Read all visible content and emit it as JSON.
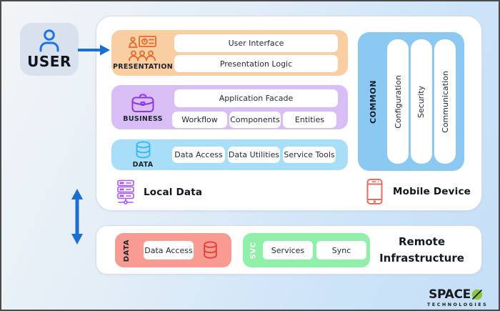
{
  "user_box": {
    "label": "USER"
  },
  "architecture": {
    "presentation": {
      "label": "PRESENTATION",
      "items": [
        "User Interface",
        "Presentation Logic"
      ]
    },
    "business": {
      "label": "BUSINESS",
      "facade": "Application Facade",
      "items": [
        "Workflow",
        "Components",
        "Entities"
      ]
    },
    "data": {
      "label": "DATA",
      "items": [
        "Data Access",
        "Data Utilities",
        "Service Tools"
      ]
    },
    "common": {
      "label": "COMMON",
      "items": [
        "Configuration",
        "Security",
        "Communication"
      ]
    },
    "local_data_label": "Local Data",
    "mobile_device_label": "Mobile Device"
  },
  "remote": {
    "data_group": {
      "label": "DATA",
      "items": [
        "Data Access"
      ]
    },
    "svc_group": {
      "label": "SVC",
      "items": [
        "Services",
        "Sync"
      ]
    },
    "title": [
      "Remote",
      "Infrastructure"
    ]
  },
  "logo": {
    "brand": "SPACE",
    "sub": "TECHNOLOGIES"
  },
  "colors": {
    "presentation_bg": "#F8CEA2",
    "business_bg": "#D9BEF5",
    "data_bg": "#A9DEF8",
    "common_bg": "#8BC9F2",
    "remote_data_bg": "#F79B93",
    "remote_svc_bg": "#90EFA8",
    "user_box_bg": "#DAE1EE",
    "arrow_blue": "#1A6ED4",
    "presentation_icon": "#E8682B",
    "business_icon": "#9333EA",
    "data_icon": "#38B7F0",
    "server_icon": "#A855F7",
    "mobile_icon": "#F2695C",
    "remote_db_icon": "#E03E36",
    "logo_green": "#8DC63F"
  }
}
